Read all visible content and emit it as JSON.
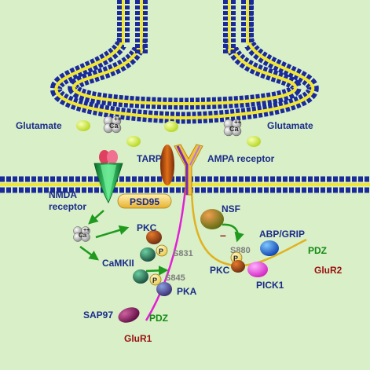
{
  "colors": {
    "background": "#d8efc7",
    "membrane_dot": "#1a2a9a",
    "membrane_core": "#f2e634",
    "label_navy": "#1b2c8a",
    "label_green": "#138a13",
    "label_red": "#9a1010",
    "label_grey": "#7d7d7d",
    "arrow_green": "#1e9a1e",
    "glur1_line": "#e21fd6",
    "glur2_line": "#e0b21e"
  },
  "labels": {
    "glutamate_left": "Glutamate",
    "glutamate_right": "Glutamate",
    "ca_ion": "Ca",
    "ca_charge": "++",
    "tarp": "TARP",
    "ampa_receptor": "AMPA receptor",
    "nmda_line1": "NMDA",
    "nmda_line2": "receptor",
    "psd95": "PSD95",
    "pkc_left": "PKC",
    "camkii": "CaMKII",
    "s831": "S831",
    "s845": "S845",
    "pka": "PKA",
    "sap97": "SAP97",
    "pdz_glur1": "PDZ",
    "glur1": "GluR1",
    "nsf": "NSF",
    "inhibit_sign": "–",
    "s880": "S880",
    "abp_grip": "ABP/GRIP",
    "pdz_glur2": "PDZ",
    "pkc_right": "PKC",
    "pick1": "PICK1",
    "glur2": "GluR2",
    "phospho": "P"
  },
  "icons": {
    "glutamate": "glutamate-molecule-icon",
    "calcium": "calcium-ion-icon",
    "phosphate": "phosphate-circle-icon"
  }
}
